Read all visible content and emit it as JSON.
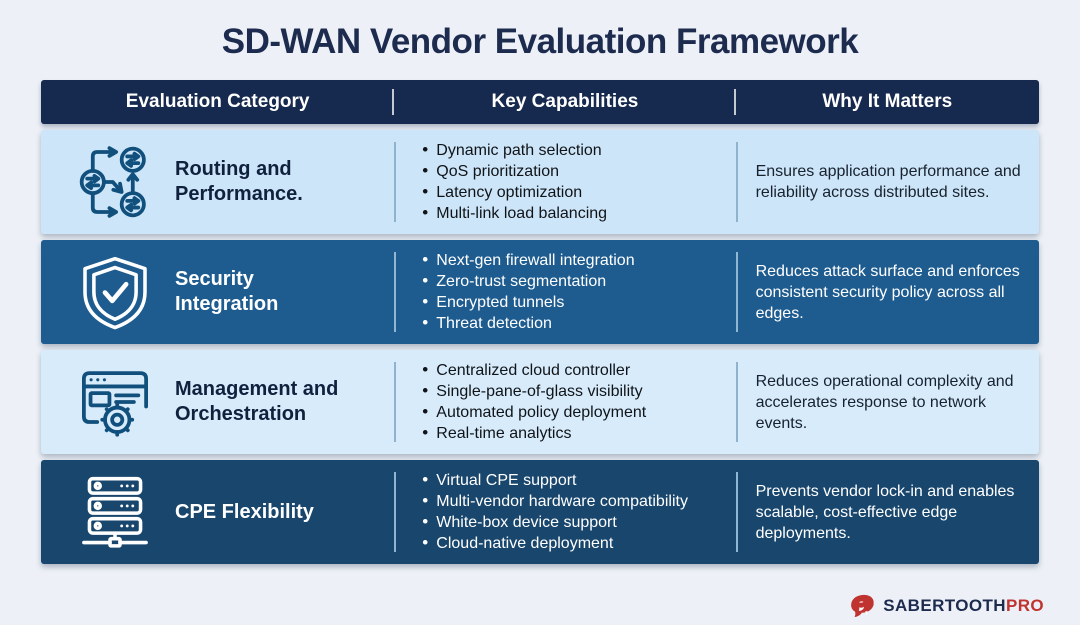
{
  "title": "SD-WAN Vendor Evaluation Framework",
  "colors": {
    "page_bg": "#EDF1F7",
    "title_color": "#1D2B4F",
    "header_bg": "#16294E",
    "row_light_bg": "#CDE5F8",
    "row_light_alt_bg": "#D7EBFB",
    "row_dark_bg": "#1E5C90",
    "row_dark_alt_bg": "#19466D",
    "icon_blue": "#11507D",
    "brand_navy": "#1D2B4F",
    "brand_red": "#BF3430"
  },
  "table": {
    "headers": [
      "Evaluation Category",
      "Key Capabilities",
      "Why It Matters"
    ],
    "rows": [
      {
        "icon": "routing-icon",
        "theme": "light",
        "category": "Routing and Performance.",
        "capabilities": [
          "Dynamic path selection",
          "QoS prioritization",
          "Latency optimization",
          "Multi-link load balancing"
        ],
        "why": "Ensures application performance and reliability across distributed sites."
      },
      {
        "icon": "shield-check-icon",
        "theme": "dark",
        "category": "Security Integration",
        "capabilities": [
          "Next-gen firewall integration",
          "Zero-trust segmentation",
          "Encrypted tunnels",
          "Threat detection"
        ],
        "why": "Reduces attack surface and enforces consistent security policy across all edges."
      },
      {
        "icon": "console-gear-icon",
        "theme": "light",
        "category": "Management and Orchestration",
        "capabilities": [
          "Centralized cloud controller",
          "Single-pane-of-glass visibility",
          "Automated policy deployment",
          "Real-time analytics"
        ],
        "why": "Reduces operational complexity and accelerates response to network events."
      },
      {
        "icon": "server-stack-icon",
        "theme": "dark",
        "category": "CPE Flexibility",
        "capabilities": [
          "Virtual CPE support",
          "Multi-vendor hardware compatibility",
          "White-box device support",
          "Cloud-native deployment"
        ],
        "why": "Prevents vendor lock-in and enables scalable, cost-effective edge deployments."
      }
    ]
  },
  "footer": {
    "brand": "SABERTOOTH",
    "brand_suffix": "PRO"
  }
}
